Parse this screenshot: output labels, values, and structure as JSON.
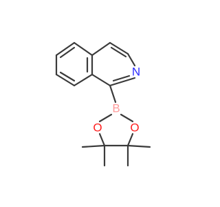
{
  "atoms": {
    "nitrogen": {
      "label": "N",
      "color": "#2b2bff"
    },
    "boron": {
      "label": "B",
      "color": "#ff9a9a"
    },
    "oxygen_left": {
      "label": "O",
      "color": "#ff1f1f"
    },
    "oxygen_right": {
      "label": "O",
      "color": "#ff1f1f"
    }
  },
  "bond_color": "#3a3a3a"
}
